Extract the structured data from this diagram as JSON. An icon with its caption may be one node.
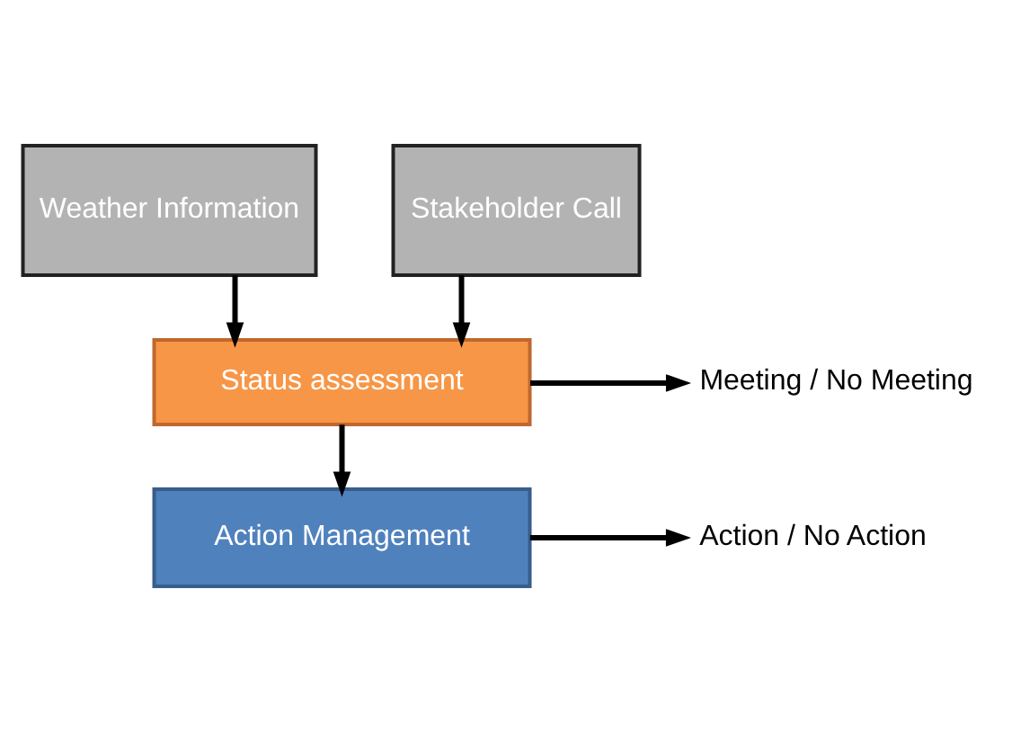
{
  "diagram": {
    "nodes": [
      {
        "text": [
          "Weather Information"
        ]
      },
      {
        "text": [
          "Stakeholder Call"
        ]
      },
      {
        "text": [
          "Status assessment"
        ]
      },
      {
        "text": [
          "Action Management"
        ]
      },
      {
        "text": [
          "Meeting / No Meeting"
        ]
      },
      {
        "text": [
          "Action / No Action"
        ]
      }
    ],
    "edges": [
      {
        "from": 0,
        "to": 2,
        "arrow": "to"
      },
      {
        "from": 1,
        "to": 2,
        "arrow": "to"
      },
      {
        "from": 2,
        "to": 4,
        "arrow": "to"
      },
      {
        "from": 2,
        "to": 3,
        "arrow": "to"
      },
      {
        "from": 3,
        "to": 5,
        "arrow": "to"
      }
    ]
  }
}
